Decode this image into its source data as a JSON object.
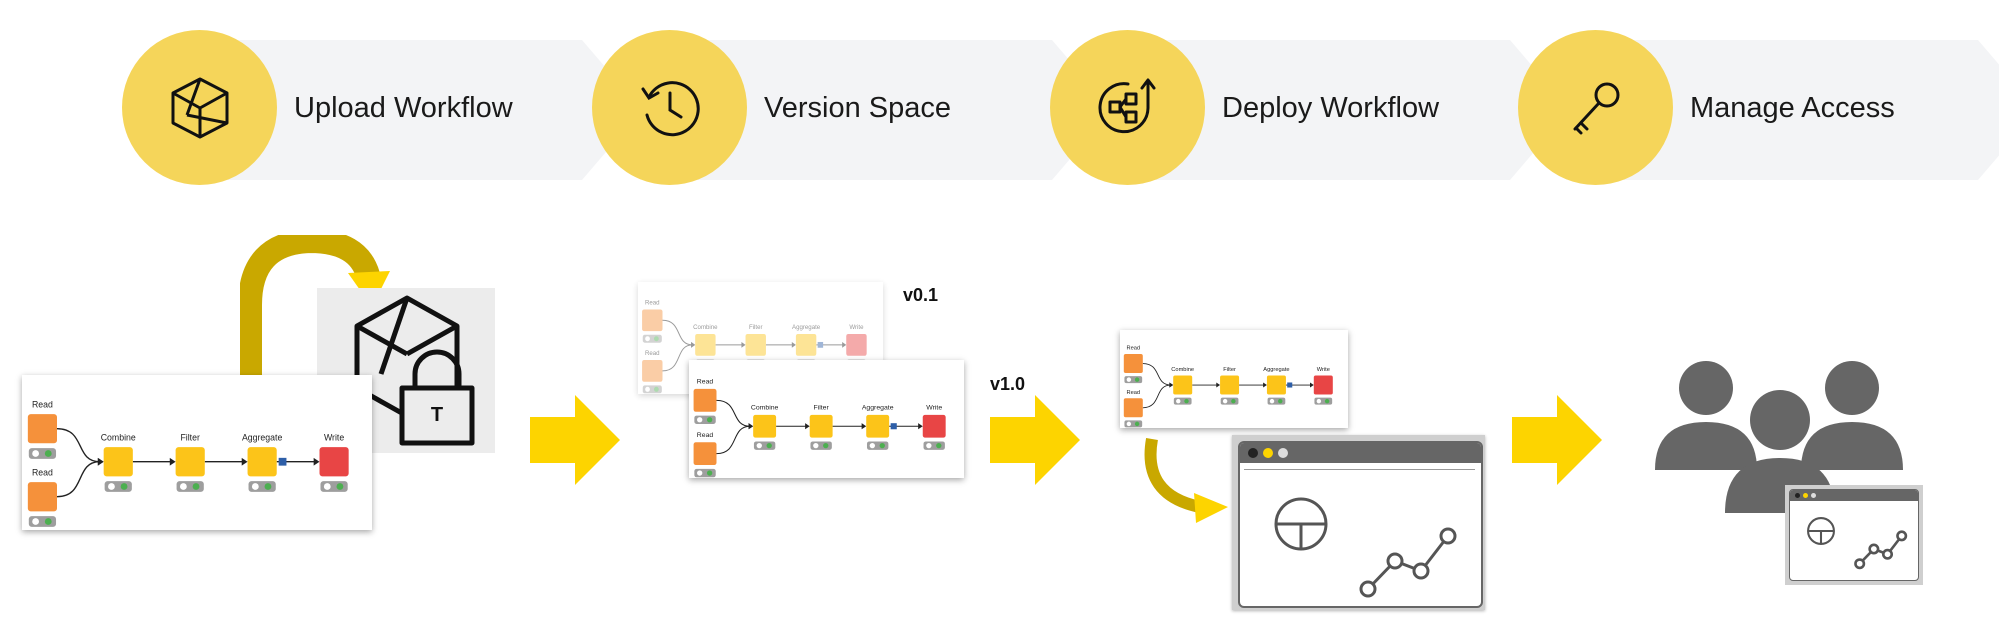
{
  "steps": [
    {
      "label": "Upload Workflow",
      "icon": "cube-icon"
    },
    {
      "label": "Version Space",
      "icon": "history-clock-icon"
    },
    {
      "label": "Deploy Workflow",
      "icon": "deploy-cycle-icon"
    },
    {
      "label": "Manage Access",
      "icon": "key-icon"
    }
  ],
  "workflow": {
    "nodes": [
      "Read",
      "Read",
      "Combine",
      "Filter",
      "Aggregate",
      "Write"
    ]
  },
  "versions": {
    "old": "v0.1",
    "new": "v1.0"
  },
  "lock_letter": "T",
  "colors": {
    "accent_yellow": "#f5d55a",
    "arrow_yellow": "#fdd400",
    "banner_gray": "#f3f4f6",
    "node_orange": "#f5913b",
    "node_yellow": "#fcc419",
    "node_red": "#e84545",
    "dark_gray": "#666666"
  }
}
